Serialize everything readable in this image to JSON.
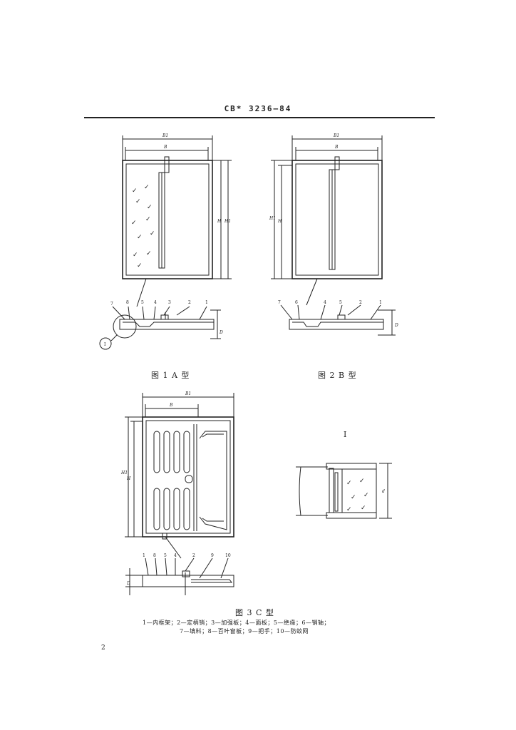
{
  "header": {
    "code": "CB* 3236—84"
  },
  "figures": {
    "fig1": {
      "caption": "图 1  A 型",
      "dims": {
        "b1": "B1",
        "b": "B",
        "h": "H",
        "h1": "H1",
        "d": "D"
      },
      "detail_callout": "I"
    },
    "fig2": {
      "caption": "图 2  B 型",
      "dims": {
        "b1": "B1",
        "b": "B",
        "h": "H",
        "h1": "H1",
        "d": "D"
      }
    },
    "fig3": {
      "caption": "图 3  C 型",
      "dims": {
        "b1": "B1",
        "b": "B",
        "h": "H",
        "h1": "H1",
        "d": "D"
      }
    },
    "detail": {
      "title": "I",
      "dim": "d"
    }
  },
  "part_labels": [
    "1",
    "2",
    "3",
    "4",
    "5",
    "6",
    "7",
    "8",
    "9",
    "10"
  ],
  "legend": {
    "line1": "1—内框架；2—定柄销；3—加强板；4—面板；5—绝缘；6—销轴；",
    "line2": "7—填料；8—百叶窗板；9—把手；10—防蚊网"
  },
  "page_number": "2"
}
